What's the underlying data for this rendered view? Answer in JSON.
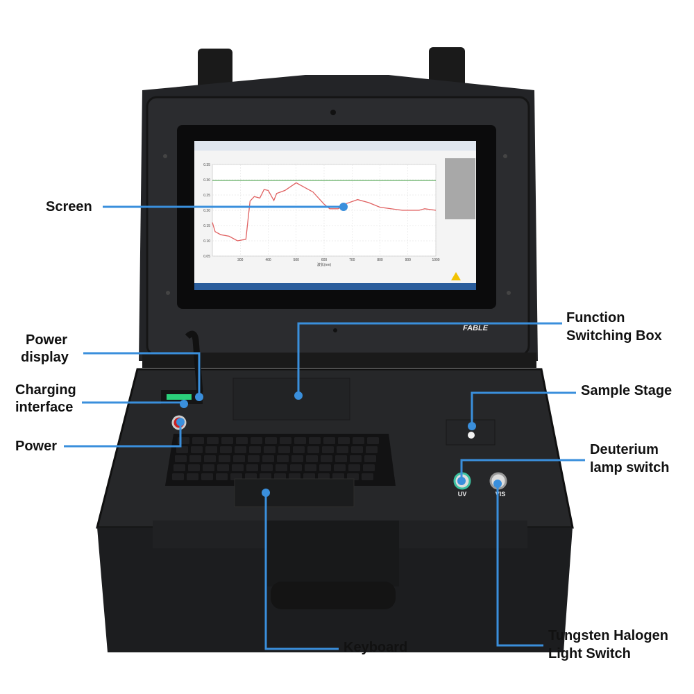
{
  "brand": "FABLE",
  "callouts": {
    "screen": "Screen",
    "function_box_1": "Function",
    "function_box_2": "Switching Box",
    "power_display_1": "Power",
    "power_display_2": "display",
    "charging_1": "Charging",
    "charging_2": "interface",
    "power": "Power",
    "sample_stage": "Sample Stage",
    "deuterium_1": "Deuterium",
    "deuterium_2": "lamp switch",
    "tungsten_1": "Tungsten Halogen",
    "tungsten_2": "Light Switch",
    "keyboard": "Keyboard"
  },
  "switch_labels": {
    "uv": "UV",
    "vis": "VIS"
  },
  "colors": {
    "callout": "#3a8fdc",
    "case": "#1c1d1f",
    "curve": "#e06060",
    "baseline": "#3a9a3a"
  },
  "screen_display": {
    "y_ticks": [
      "0.35",
      "0.30",
      "0.25",
      "0.20",
      "0.15",
      "0.10",
      "0.05"
    ],
    "x_ticks": [
      "300",
      "400",
      "500",
      "600",
      "700",
      "800",
      "900",
      "1000"
    ],
    "x_label": "波长(nm)",
    "curve": [
      [
        200,
        0.16
      ],
      [
        210,
        0.13
      ],
      [
        230,
        0.12
      ],
      [
        260,
        0.115
      ],
      [
        290,
        0.1
      ],
      [
        320,
        0.105
      ],
      [
        335,
        0.23
      ],
      [
        350,
        0.245
      ],
      [
        370,
        0.24
      ],
      [
        385,
        0.268
      ],
      [
        400,
        0.265
      ],
      [
        420,
        0.232
      ],
      [
        430,
        0.255
      ],
      [
        460,
        0.265
      ],
      [
        500,
        0.29
      ],
      [
        520,
        0.28
      ],
      [
        560,
        0.26
      ],
      [
        600,
        0.22
      ],
      [
        620,
        0.205
      ],
      [
        650,
        0.205
      ],
      [
        680,
        0.222
      ],
      [
        720,
        0.235
      ],
      [
        760,
        0.225
      ],
      [
        800,
        0.21
      ],
      [
        880,
        0.2
      ],
      [
        940,
        0.2
      ],
      [
        960,
        0.205
      ],
      [
        1000,
        0.2
      ]
    ]
  }
}
